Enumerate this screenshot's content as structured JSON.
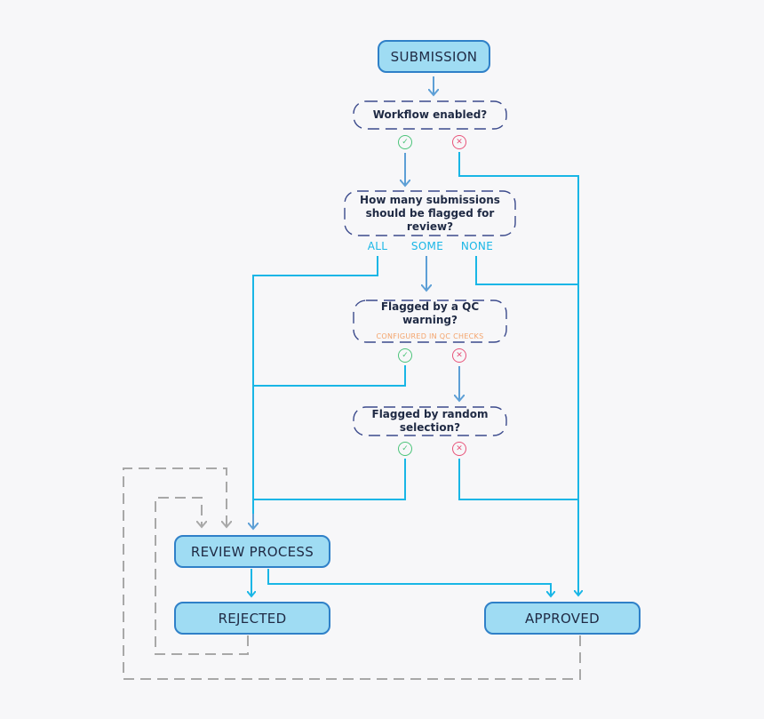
{
  "nodes": {
    "submission": "SUBMISSION",
    "review_process": "REVIEW PROCESS",
    "rejected": "REJECTED",
    "approved": "APPROVED"
  },
  "decisions": {
    "workflow_enabled": "Workflow enabled?",
    "how_many_line1": "How many submissions",
    "how_many_line2": "should be flagged for review?",
    "qc_warning": "Flagged by a QC warning?",
    "qc_warning_note": "CONFIGURED IN QC CHECKS",
    "random_selection": "Flagged by random selection?"
  },
  "branches": {
    "all": "ALL",
    "some": "SOME",
    "none": "NONE"
  },
  "marks": {
    "yes_symbol": "✓",
    "no_symbol": "✕"
  },
  "icons": {
    "yes": "check-circle-icon",
    "no": "cross-circle-icon"
  },
  "colors": {
    "node_fill": "#9fdcf3",
    "node_border": "#2f80c8",
    "main_flow": "#19b6e6",
    "entry_arrow": "#5d9fd6",
    "loop_dashed": "#a8a8a8",
    "decision_dash": "#3b4a8c",
    "yes": "#4cc47a",
    "no": "#e8547a",
    "note": "#f4a36a"
  }
}
